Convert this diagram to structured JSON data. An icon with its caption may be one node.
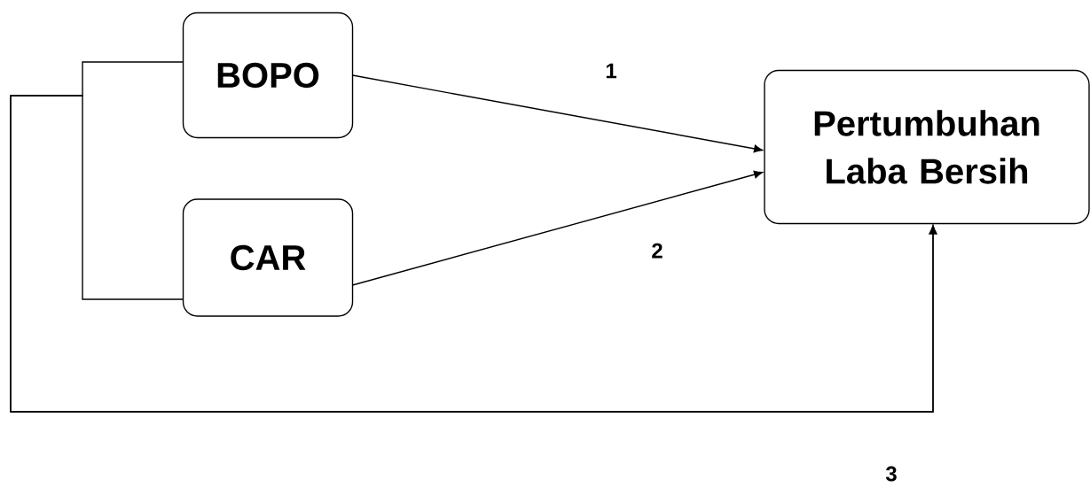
{
  "diagram": {
    "nodes": [
      {
        "text": [
          "BOPO"
        ]
      },
      {
        "text": [
          "CAR"
        ]
      },
      {
        "text": [
          "Pertumbuhan Laba Bersih"
        ]
      }
    ],
    "edges": [
      {
        "from": 0,
        "to": 2,
        "arrow": "to",
        "label": "1"
      },
      {
        "from": 1,
        "to": 2,
        "arrow": "to",
        "label": "2"
      },
      {
        "from": 0,
        "to": 2,
        "arrow": "to",
        "label": "3"
      },
      {
        "from": 1,
        "to": 2,
        "arrow": "to"
      }
    ]
  }
}
